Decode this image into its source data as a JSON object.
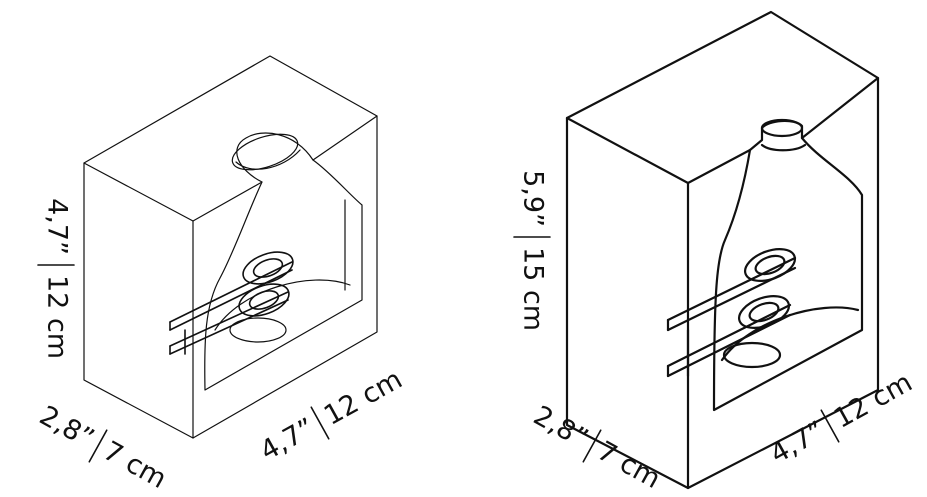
{
  "small_box": {
    "height": {
      "inch": "4,7”",
      "cm": "12 cm"
    },
    "depth": {
      "inch": "2,8”",
      "cm": "7 cm"
    },
    "width": {
      "inch": "4,7”",
      "cm": "12 cm"
    }
  },
  "large_box": {
    "height": {
      "inch": "5,9”",
      "cm": "15 cm"
    },
    "depth": {
      "inch": "2,8”",
      "cm": "7 cm"
    },
    "width": {
      "inch": "4,7”",
      "cm": "12 cm"
    }
  },
  "colors": {
    "line": "#111111",
    "background": "#ffffff"
  }
}
